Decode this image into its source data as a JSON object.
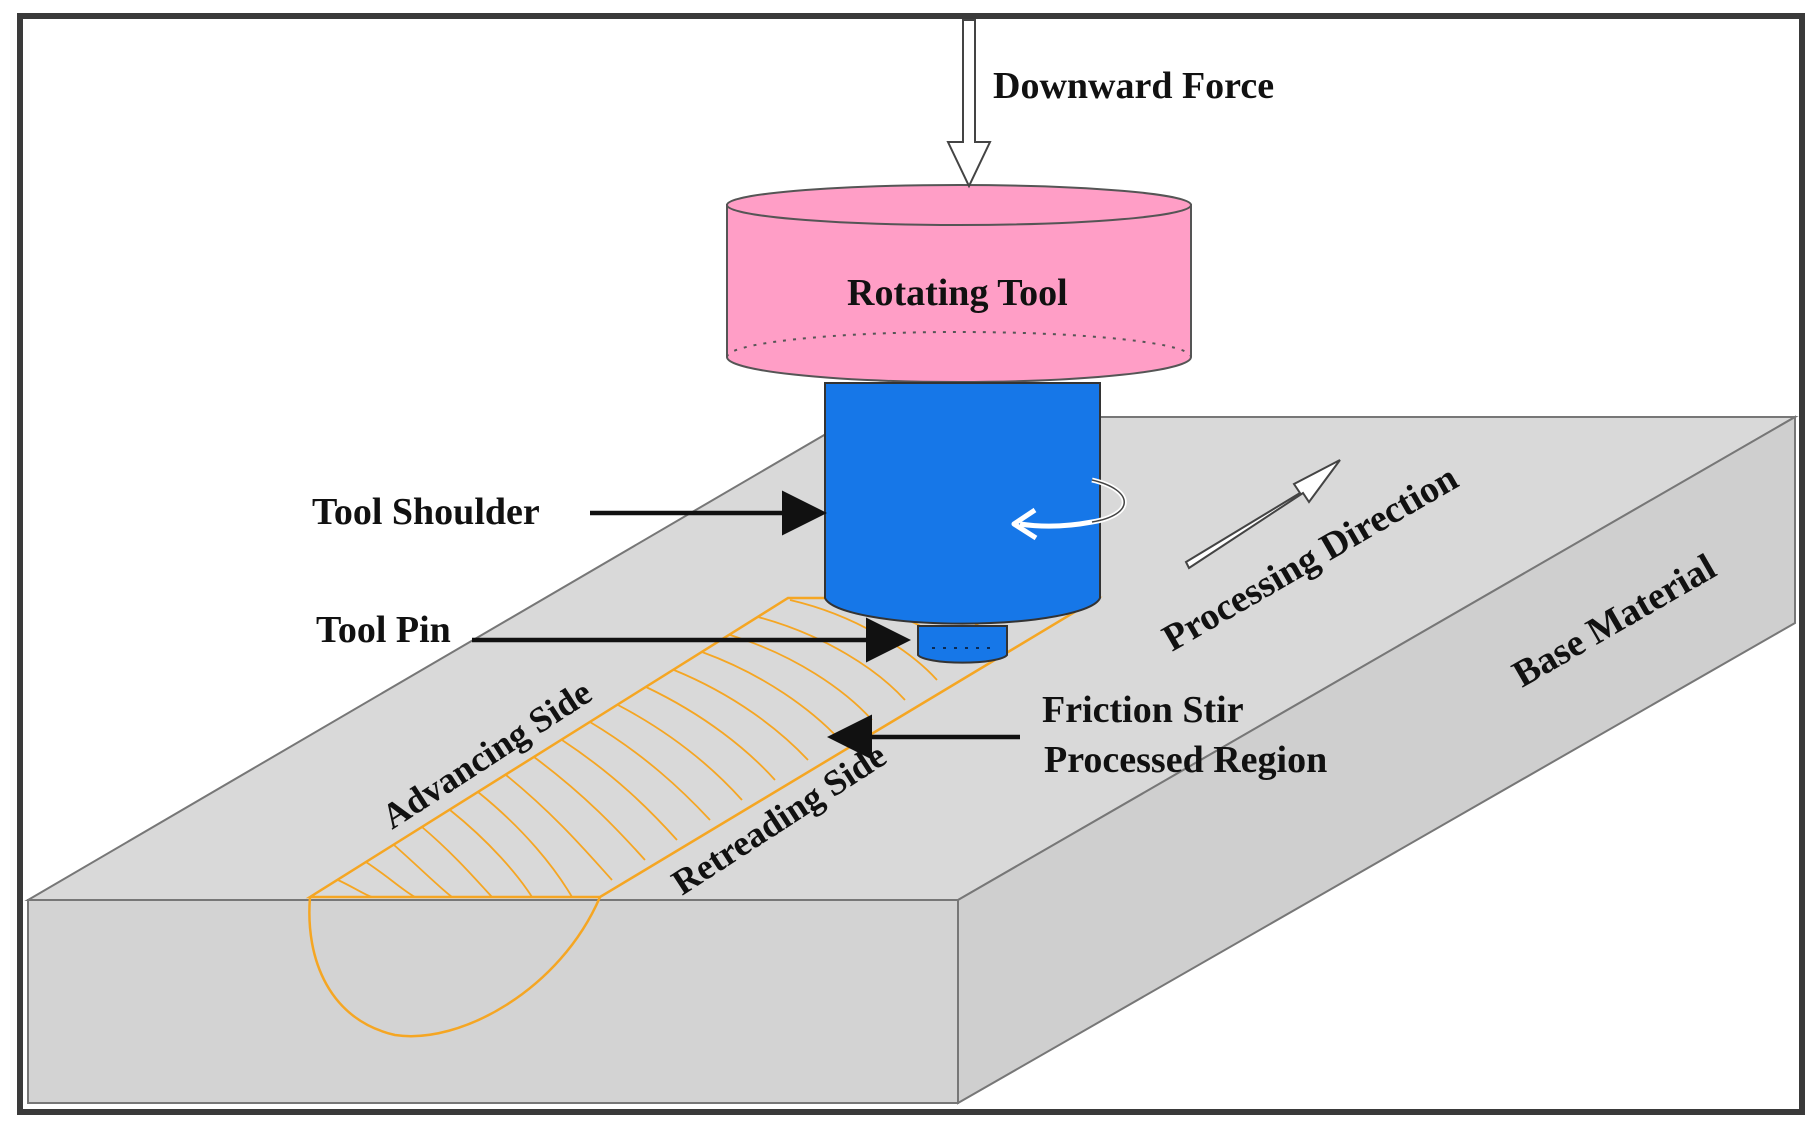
{
  "labels": {
    "downward_force": "Downward Force",
    "rotating_tool": "Rotating Tool",
    "tool_shoulder": "Tool Shoulder",
    "tool_pin": "Tool Pin",
    "processing_direction": "Processing Direction",
    "base_material": "Base Material",
    "fsp_line1": "Friction Stir",
    "fsp_line2": "Processed Region",
    "advancing_side": "Advancing Side",
    "retreading_side": "Retreading Side"
  },
  "colors": {
    "frame": "#3a3a3a",
    "base_material": "#d6d6d6",
    "base_edge": "#777777",
    "rotating_tool": "#ff9ec6",
    "shoulder": "#1677e8",
    "processed_region": "#f5a623",
    "arrow": "#111111"
  }
}
